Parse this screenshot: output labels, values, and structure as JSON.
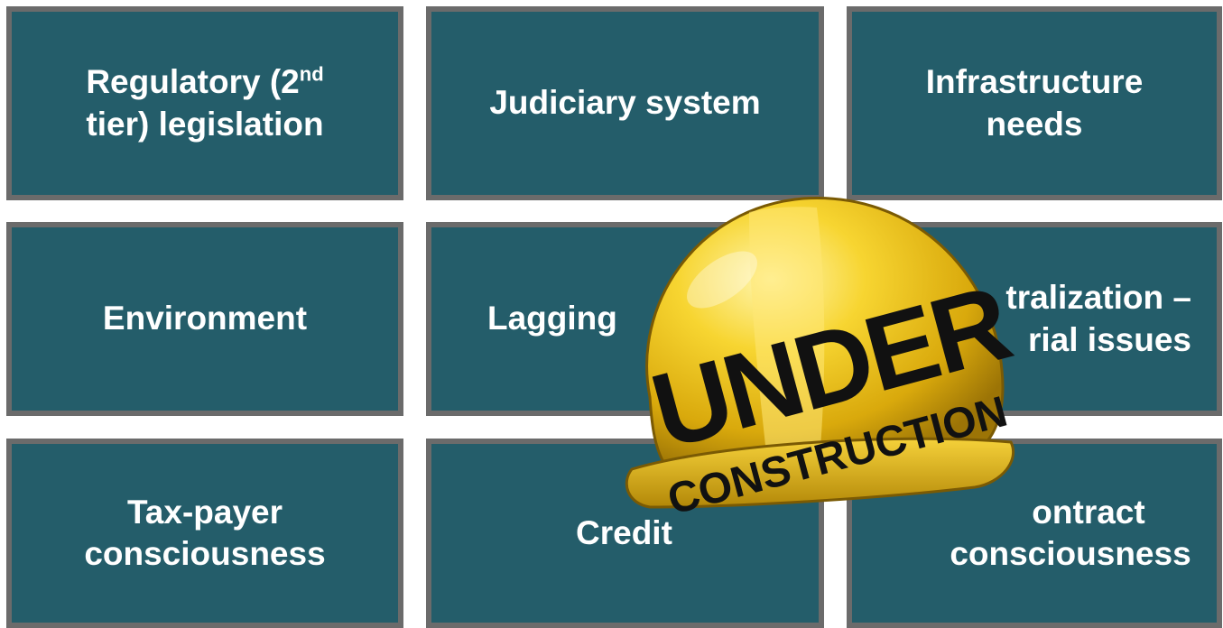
{
  "tiles": [
    {
      "id": "regulatory",
      "text_a": "Regulatory (2",
      "sup": "nd",
      "text_b": "tier) legislation"
    },
    {
      "id": "judiciary",
      "text": "Judiciary system"
    },
    {
      "id": "infrastructure",
      "line1": "Infrastructure",
      "line2": "needs"
    },
    {
      "id": "environment",
      "text": "Environment"
    },
    {
      "id": "lagging",
      "text": "Lagging"
    },
    {
      "id": "decentralization",
      "line1": "tralization –",
      "line2": "rial issues"
    },
    {
      "id": "taxpayer",
      "line1": "Tax-payer",
      "line2": "consciousness"
    },
    {
      "id": "credit",
      "text": "Credit"
    },
    {
      "id": "contract",
      "line1": "ontract",
      "line2": "consciousness"
    }
  ],
  "overlay": {
    "word1": "UNDER",
    "word2": "CONSTRUCTION",
    "icon": "hard-hat-icon"
  },
  "colors": {
    "tile_fill": "#245d6a",
    "tile_border": "#6b6b6b",
    "text": "#ffffff",
    "helmet_yellow": "#f2c811"
  }
}
